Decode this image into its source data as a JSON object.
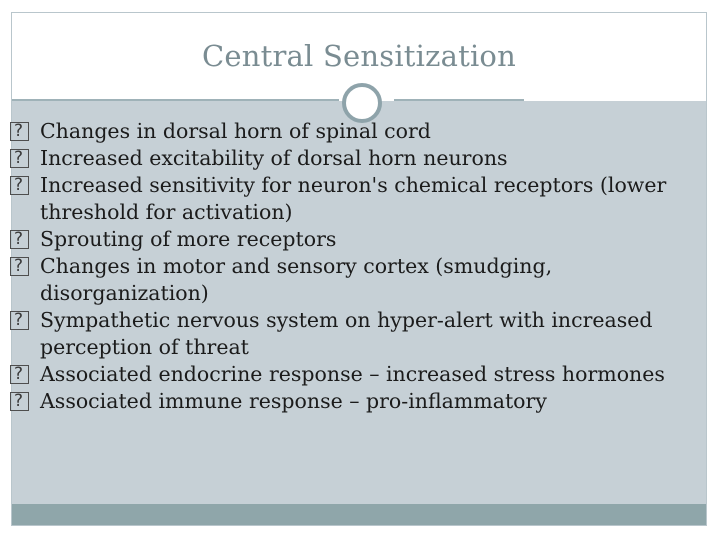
{
  "slide": {
    "title": "Central Sensitization",
    "bullets": [
      {
        "text": "Changes in dorsal horn of spinal cord"
      },
      {
        "text": "Increased excitability of dorsal horn neurons"
      },
      {
        "text": "Increased sensitivity for neuron's chemical receptors (lower threshold for activation)"
      },
      {
        "text": "Sprouting of more receptors"
      },
      {
        "text": "Changes in motor and sensory cortex (smudging, disorganization)"
      },
      {
        "text": "Sympathetic nervous system on hyper-alert with increased perception of threat"
      },
      {
        "text": "Associated endocrine response – increased stress hormones"
      },
      {
        "text": "Associated immune response – pro-inflammatory"
      }
    ]
  },
  "colors": {
    "title_text": "#7a8c92",
    "body_background": "#c6d0d6",
    "footer_bar": "#8fa6aa",
    "accent_rule": "#9fb2b8"
  }
}
